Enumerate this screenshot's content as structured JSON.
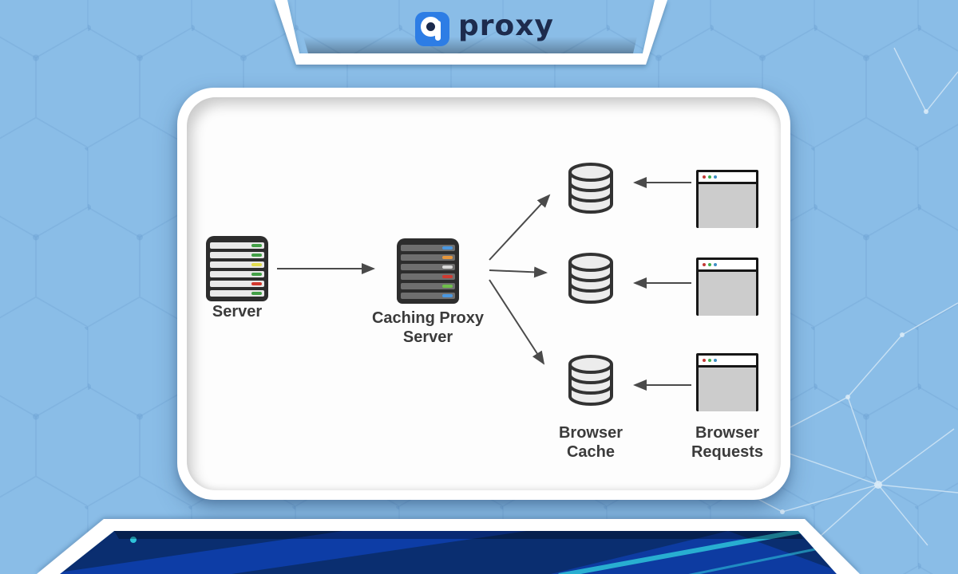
{
  "palette": {
    "background": "#8abde7",
    "hex_line": "#5e93c8",
    "plexus_line": "#dcecf8",
    "card_bg": "#ffffff",
    "card_inner_bg": "#fdfdfd",
    "banner_white": "#ffffff",
    "banner_navy": "#0a2e70",
    "banner_blue": "#0d3da6",
    "banner_cyan": "#2ec4da",
    "arrow": "#4a4a4a",
    "icon_stroke": "#333333",
    "cylinder_fill": "#ececec",
    "label_text": "#3b3b3b",
    "chassis": "#2d2d2d",
    "server_slat": "#e9e9e9",
    "proxy_slat": "#6f6f6f",
    "browser_body": "#cccccc",
    "browser_bar": "#ffffff"
  },
  "logo": {
    "glyph": "9",
    "wordmark": "proxy",
    "icon_bg": "#2d7de5",
    "icon_fg": "#ffffff",
    "counter": "#1b2a4c",
    "wordmark_color": "#1d2b4d"
  },
  "diagram": {
    "server": {
      "label": "Server",
      "lights": [
        "#43a047",
        "#43a047",
        "#e3dd4e",
        "#43a047",
        "#d3392e",
        "#43a047"
      ]
    },
    "proxy": {
      "label": "Caching Proxy Server",
      "lights": [
        "#4a97e0",
        "#e8973c",
        "#d9d9d9",
        "#cf3a30",
        "#6fbf4a",
        "#4a97e0"
      ]
    },
    "cache_label": "Browser Cache",
    "requests_label": "Browser Requests",
    "browser_dots": [
      "#c23a35",
      "#3fae4d",
      "#3d8fc4"
    ]
  }
}
